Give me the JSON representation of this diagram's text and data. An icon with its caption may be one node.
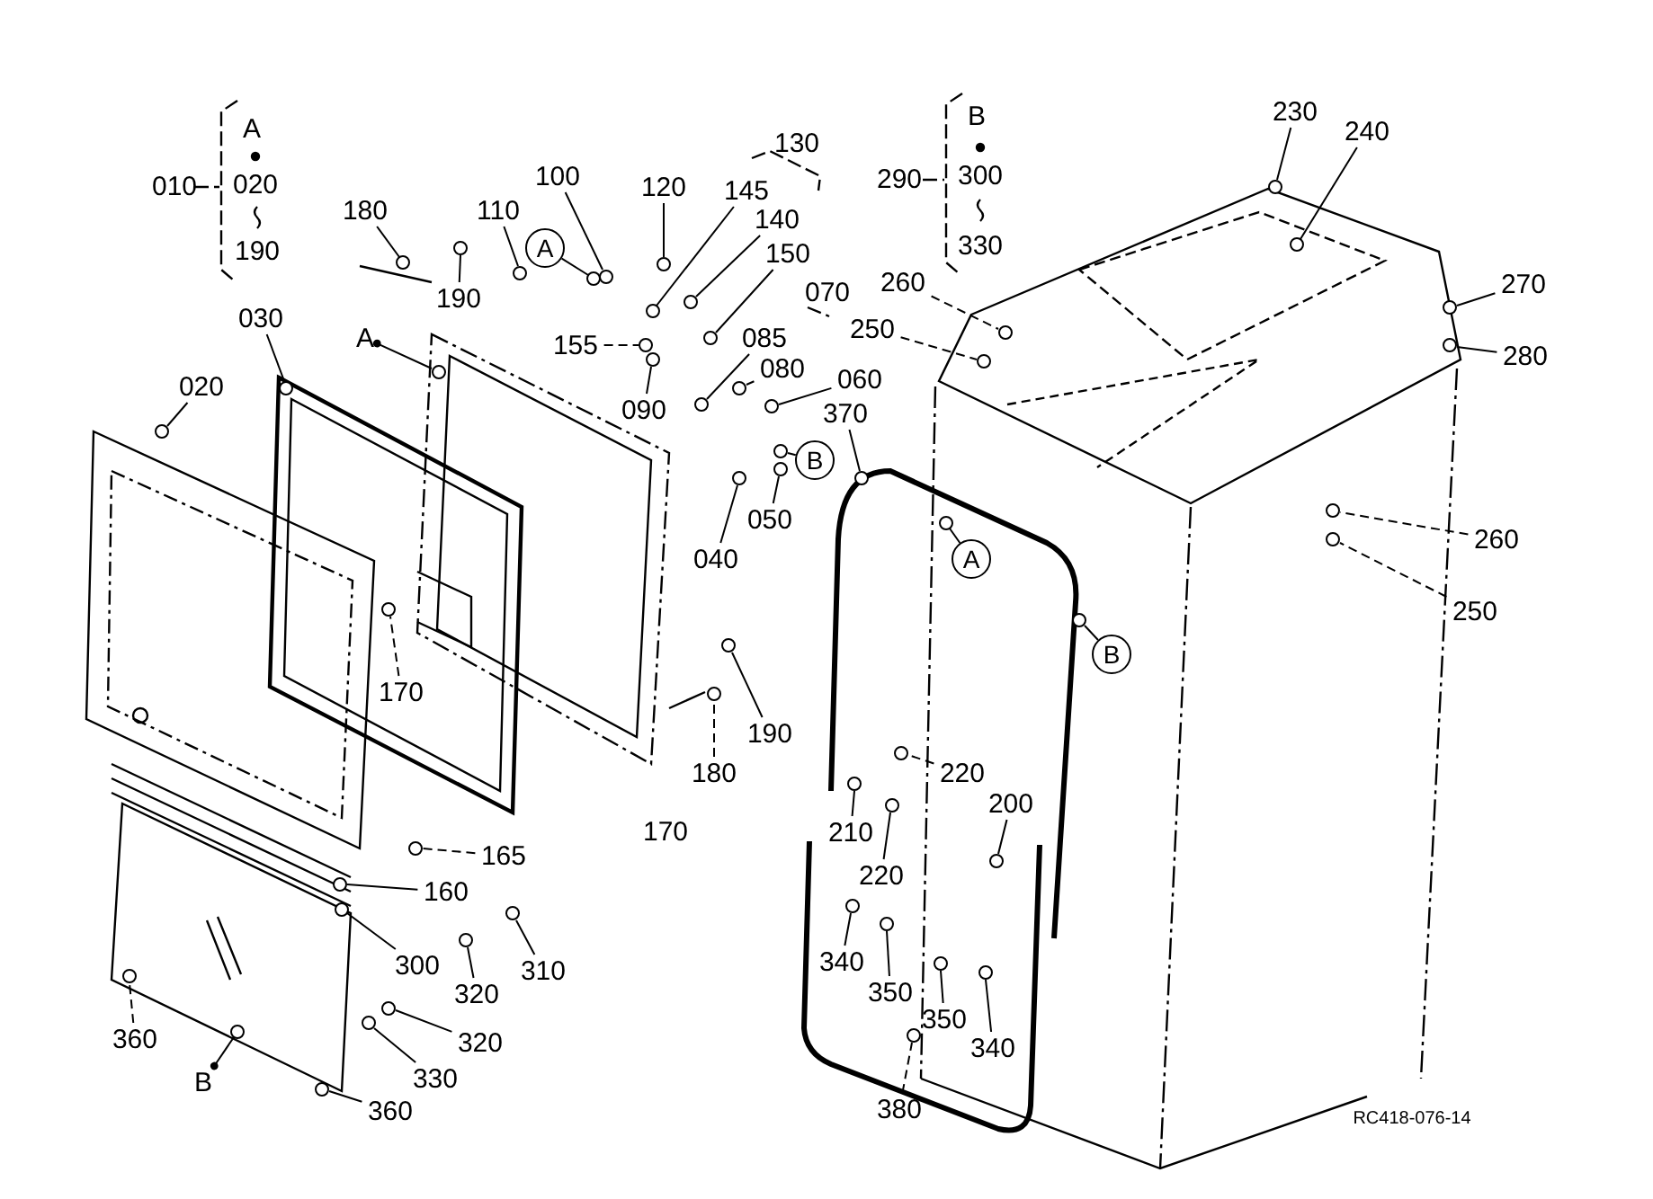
{
  "diagram": {
    "nodes": [
      {
        "text": [
          "180"
        ]
      },
      {
        "text": [
          "110"
        ]
      },
      {
        "text": [
          "100"
        ]
      },
      {
        "text": [
          "120"
        ]
      },
      {
        "text": [
          "145"
        ]
      },
      {
        "text": [
          "140"
        ]
      },
      {
        "text": [
          "150"
        ]
      },
      {
        "text": [
          "190"
        ]
      },
      {
        "text": [
          "A"
        ]
      },
      {
        "text": [
          "A"
        ]
      },
      {
        "text": [
          "155"
        ]
      },
      {
        "text": [
          "085"
        ]
      },
      {
        "text": [
          "080"
        ]
      },
      {
        "text": [
          "060"
        ]
      },
      {
        "text": [
          "090"
        ]
      },
      {
        "text": [
          "370"
        ]
      },
      {
        "text": [
          "B"
        ]
      },
      {
        "text": [
          "050"
        ]
      },
      {
        "text": [
          "040"
        ]
      },
      {
        "text": [
          "230"
        ]
      },
      {
        "text": [
          "240"
        ]
      },
      {
        "text": [
          "260"
        ]
      },
      {
        "text": [
          "250"
        ]
      },
      {
        "text": [
          "270"
        ]
      },
      {
        "text": [
          "280"
        ]
      },
      {
        "text": [
          "260"
        ]
      },
      {
        "text": [
          "250"
        ]
      },
      {
        "text": [
          "A"
        ]
      },
      {
        "text": [
          "B"
        ]
      },
      {
        "text": [
          "030"
        ]
      },
      {
        "text": [
          "020"
        ]
      },
      {
        "text": [
          "170"
        ]
      },
      {
        "text": [
          "190"
        ]
      },
      {
        "text": [
          "180"
        ]
      },
      {
        "text": [
          "165"
        ]
      },
      {
        "text": [
          "160"
        ]
      },
      {
        "text": [
          "300"
        ]
      },
      {
        "text": [
          "320"
        ]
      },
      {
        "text": [
          "310"
        ]
      },
      {
        "text": [
          "320"
        ]
      },
      {
        "text": [
          "330"
        ]
      },
      {
        "text": [
          "360"
        ]
      },
      {
        "text": [
          "B"
        ]
      },
      {
        "text": [
          "360"
        ]
      },
      {
        "text": [
          "220"
        ]
      },
      {
        "text": [
          "210"
        ]
      },
      {
        "text": [
          "200"
        ]
      },
      {
        "text": [
          "220"
        ]
      },
      {
        "text": [
          "340"
        ]
      },
      {
        "text": [
          "350"
        ]
      },
      {
        "text": [
          "350"
        ]
      },
      {
        "text": [
          "340"
        ]
      },
      {
        "text": [
          "380"
        ]
      },
      {
        "text": [],
        "shape": "circle"
      },
      {
        "text": [],
        "shape": "circle"
      },
      {
        "text": [],
        "shape": "circle"
      },
      {
        "text": [],
        "shape": "circle"
      },
      {
        "text": [],
        "shape": "circle"
      },
      {
        "text": [],
        "shape": "circle"
      },
      {
        "text": [],
        "shape": "circle"
      },
      {
        "text": [],
        "shape": "circle"
      },
      {
        "text": [],
        "shape": "circle"
      },
      {
        "text": [],
        "shape": "circle"
      },
      {
        "text": [],
        "shape": "circle"
      },
      {
        "text": [],
        "shape": "circle"
      },
      {
        "text": [],
        "shape": "circle"
      },
      {
        "text": [],
        "shape": "circle"
      },
      {
        "text": [],
        "shape": "circle"
      },
      {
        "text": [],
        "shape": "circle"
      },
      {
        "text": [],
        "shape": "circle"
      },
      {
        "text": [],
        "shape": "circle"
      },
      {
        "text": [],
        "shape": "circle"
      },
      {
        "text": [],
        "shape": "circle"
      },
      {
        "text": [],
        "shape": "circle"
      },
      {
        "text": [],
        "shape": "circle"
      },
      {
        "text": [],
        "shape": "circle"
      },
      {
        "text": [],
        "shape": "circle"
      },
      {
        "text": [],
        "shape": "circle"
      },
      {
        "text": [],
        "shape": "circle"
      },
      {
        "text": [],
        "shape": "circle"
      },
      {
        "text": [],
        "shape": "circle"
      },
      {
        "text": [],
        "shape": "circle"
      },
      {
        "text": [],
        "shape": "circle"
      },
      {
        "text": [],
        "shape": "circle"
      },
      {
        "text": [],
        "shape": "circle"
      },
      {
        "text": [],
        "shape": "circle"
      },
      {
        "text": [],
        "shape": "circle"
      },
      {
        "text": [],
        "shape": "circle"
      },
      {
        "text": [],
        "shape": "circle"
      },
      {
        "text": [],
        "shape": "circle"
      },
      {
        "text": [],
        "shape": "circle"
      },
      {
        "text": [],
        "shape": "circle"
      },
      {
        "text": [],
        "shape": "circle"
      },
      {
        "text": [],
        "shape": "circle"
      },
      {
        "text": [],
        "shape": "circle"
      },
      {
        "text": [],
        "shape": "circle"
      },
      {
        "text": [],
        "shape": "circle"
      },
      {
        "text": [],
        "shape": "circle"
      },
      {
        "text": [],
        "shape": "circle"
      },
      {
        "text": [],
        "shape": "circle"
      },
      {
        "text": [],
        "shape": "circle"
      },
      {
        "text": [],
        "shape": "circle"
      },
      {
        "text": [],
        "shape": "circle"
      },
      {
        "text": [],
        "shape": "circle"
      },
      {
        "text": [],
        "shape": "circle"
      },
      {
        "text": [],
        "shape": "circle"
      }
    ],
    "edges": [
      {
        "from": 0,
        "to": 53,
        "arrow": "none"
      },
      {
        "from": 1,
        "to": 54,
        "arrow": "none"
      },
      {
        "from": 2,
        "to": 55,
        "arrow": "none"
      },
      {
        "from": 3,
        "to": 56,
        "arrow": "none"
      },
      {
        "from": 4,
        "to": 57,
        "arrow": "none"
      },
      {
        "from": 5,
        "to": 58,
        "arrow": "none"
      },
      {
        "from": 6,
        "to": 59,
        "arrow": "none"
      },
      {
        "from": 7,
        "to": 60,
        "arrow": "none"
      },
      {
        "from": 8,
        "to": 61,
        "arrow": "none"
      },
      {
        "from": 9,
        "to": 62,
        "arrow": "other"
      },
      {
        "from": 10,
        "to": 63,
        "arrow": "none",
        "style": "dashed"
      },
      {
        "from": 11,
        "to": 64,
        "arrow": "none"
      },
      {
        "from": 12,
        "to": 65,
        "arrow": "none"
      },
      {
        "from": 13,
        "to": 66,
        "arrow": "none"
      },
      {
        "from": 14,
        "to": 67,
        "arrow": "none"
      },
      {
        "from": 15,
        "to": 68,
        "arrow": "none"
      },
      {
        "from": 16,
        "to": 69,
        "arrow": "none"
      },
      {
        "from": 17,
        "to": 70,
        "arrow": "none"
      },
      {
        "from": 18,
        "to": 71,
        "arrow": "none"
      },
      {
        "from": 19,
        "to": 72,
        "arrow": "none"
      },
      {
        "from": 20,
        "to": 73,
        "arrow": "none"
      },
      {
        "from": 21,
        "to": 74,
        "arrow": "none",
        "style": "dashed"
      },
      {
        "from": 22,
        "to": 75,
        "arrow": "none",
        "style": "dashed"
      },
      {
        "from": 23,
        "to": 76,
        "arrow": "none"
      },
      {
        "from": 24,
        "to": 77,
        "arrow": "none"
      },
      {
        "from": 25,
        "to": 78,
        "arrow": "none",
        "style": "dashed"
      },
      {
        "from": 26,
        "to": 79,
        "arrow": "none",
        "style": "dashed"
      },
      {
        "from": 27,
        "to": 80,
        "arrow": "none"
      },
      {
        "from": 28,
        "to": 81,
        "arrow": "none"
      },
      {
        "from": 29,
        "to": 82,
        "arrow": "none"
      },
      {
        "from": 30,
        "to": 83,
        "arrow": "none"
      },
      {
        "from": 31,
        "to": 84,
        "arrow": "none",
        "style": "dashed"
      },
      {
        "from": 32,
        "to": 85,
        "arrow": "none"
      },
      {
        "from": 33,
        "to": 86,
        "arrow": "none",
        "style": "dashed"
      },
      {
        "from": 34,
        "to": 87,
        "arrow": "none",
        "style": "dashed"
      },
      {
        "from": 35,
        "to": 88,
        "arrow": "none"
      },
      {
        "from": 36,
        "to": 89,
        "arrow": "none"
      },
      {
        "from": 37,
        "to": 90,
        "arrow": "none"
      },
      {
        "from": 38,
        "to": 91,
        "arrow": "none"
      },
      {
        "from": 39,
        "to": 92,
        "arrow": "none"
      },
      {
        "from": 40,
        "to": 93,
        "arrow": "none"
      },
      {
        "from": 41,
        "to": 94,
        "arrow": "none",
        "style": "dashed"
      },
      {
        "from": 42,
        "to": 95,
        "arrow": "other"
      },
      {
        "from": 43,
        "to": 96,
        "arrow": "none"
      },
      {
        "from": 44,
        "to": 97,
        "arrow": "none",
        "style": "dashed"
      },
      {
        "from": 45,
        "to": 98,
        "arrow": "none"
      },
      {
        "from": 46,
        "to": 99,
        "arrow": "none"
      },
      {
        "from": 47,
        "to": 100,
        "arrow": "none"
      },
      {
        "from": 48,
        "to": 101,
        "arrow": "none"
      },
      {
        "from": 49,
        "to": 102,
        "arrow": "none"
      },
      {
        "from": 50,
        "to": 103,
        "arrow": "none"
      },
      {
        "from": 51,
        "to": 104,
        "arrow": "none"
      },
      {
        "from": 52,
        "to": 105,
        "arrow": "none",
        "style": "dashed"
      }
    ],
    "labels": [
      "010",
      "A",
      "020",
      "190",
      "130",
      "B",
      "290",
      "300",
      "330",
      "070",
      "170",
      "RC418-076-14"
    ]
  }
}
